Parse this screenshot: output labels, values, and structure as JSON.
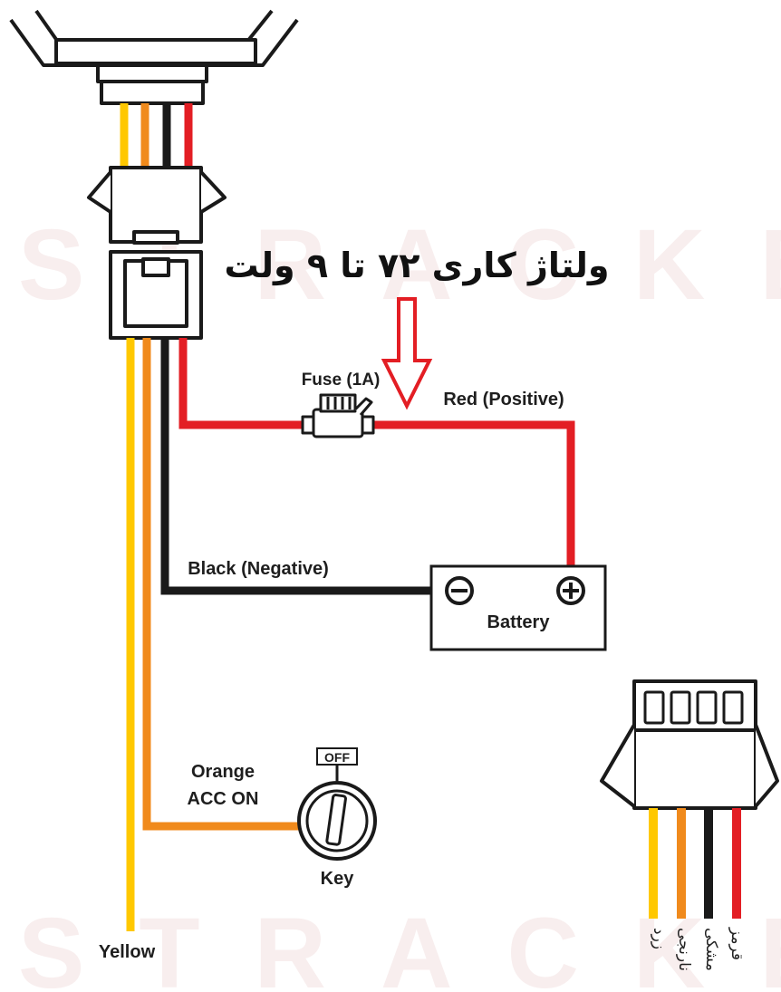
{
  "title": "ولتاژ کاری ۷۲ تا ۹ ولت",
  "labels": {
    "fuse": "Fuse (1A)",
    "red": "Red (Positive)",
    "black": "Black (Negative)",
    "battery": "Battery",
    "orange_line1": "Orange",
    "orange_line2": "ACC ON",
    "key": "Key",
    "off": "OFF",
    "yellow": "Yellow",
    "battery_minus": "⊖",
    "battery_plus": "⊕"
  },
  "connector_legend": [
    "قرمز",
    "مشکی",
    "نارنجی",
    "زرد"
  ],
  "colors": {
    "red": "#e31e24",
    "black": "#1a1a1a",
    "orange": "#f08a1c",
    "yellow": "#ffc800"
  }
}
